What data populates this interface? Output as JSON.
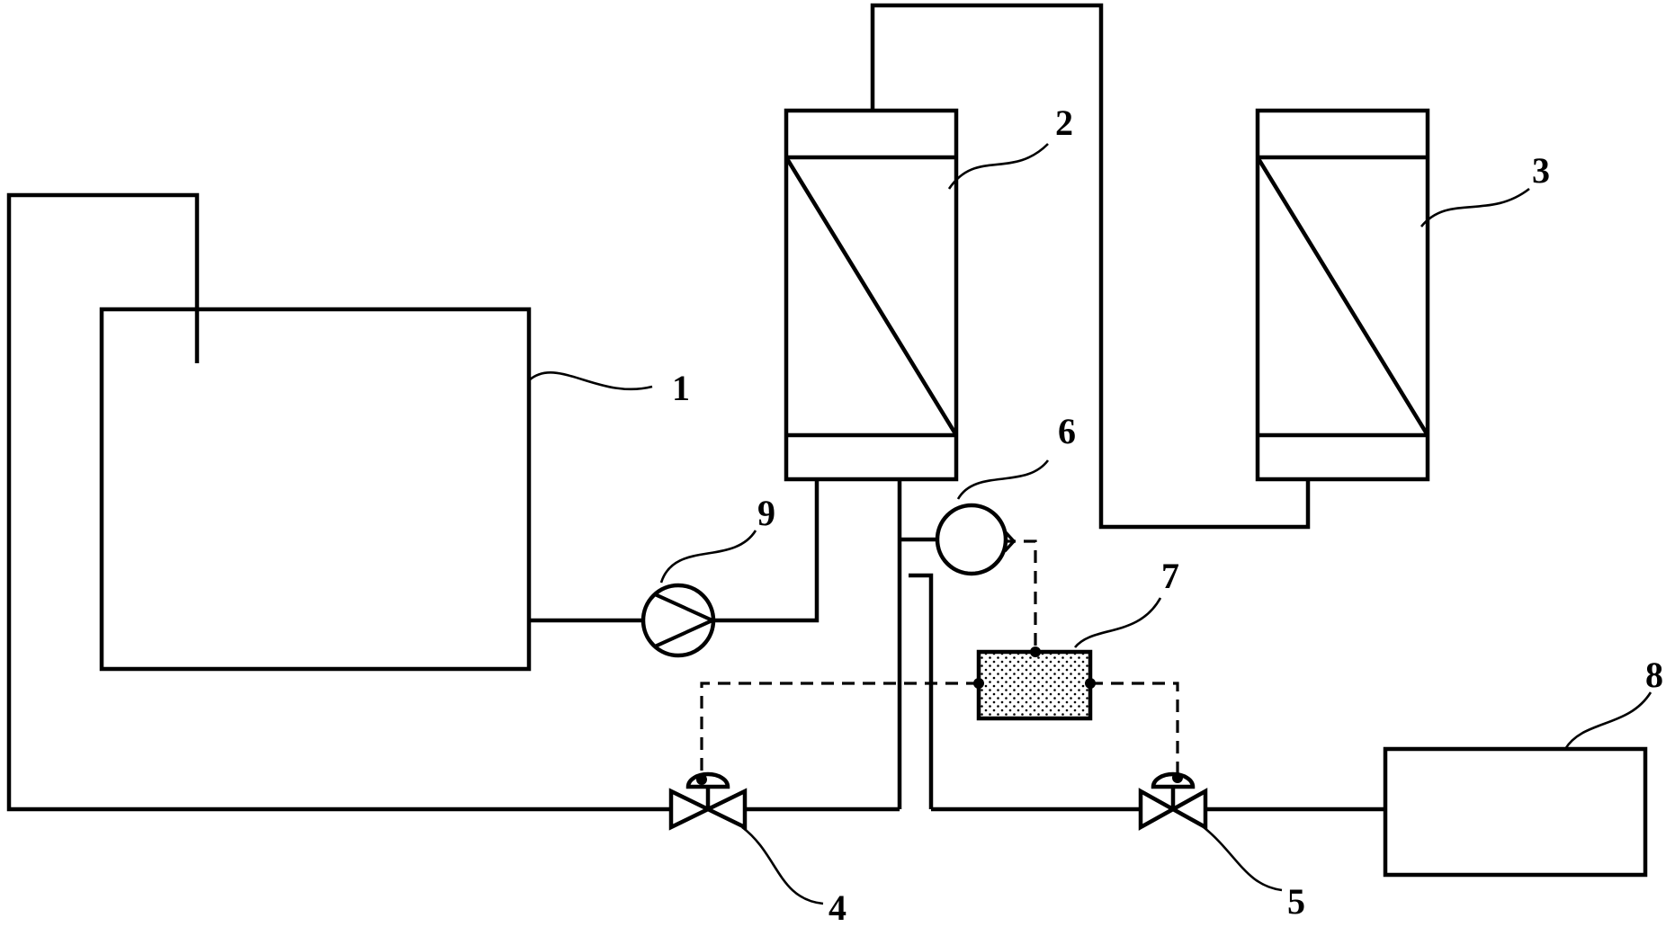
{
  "labels": {
    "tank": "1",
    "column_a": "2",
    "column_b": "3",
    "valve_a": "4",
    "valve_b": "5",
    "sensor": "6",
    "controller": "7",
    "receiver": "8",
    "pump": "9"
  },
  "colors": {
    "stroke": "#000000",
    "background": "#ffffff"
  },
  "icons": [
    "pump-icon",
    "valve-icon",
    "sensor-icon",
    "controller-icon"
  ]
}
